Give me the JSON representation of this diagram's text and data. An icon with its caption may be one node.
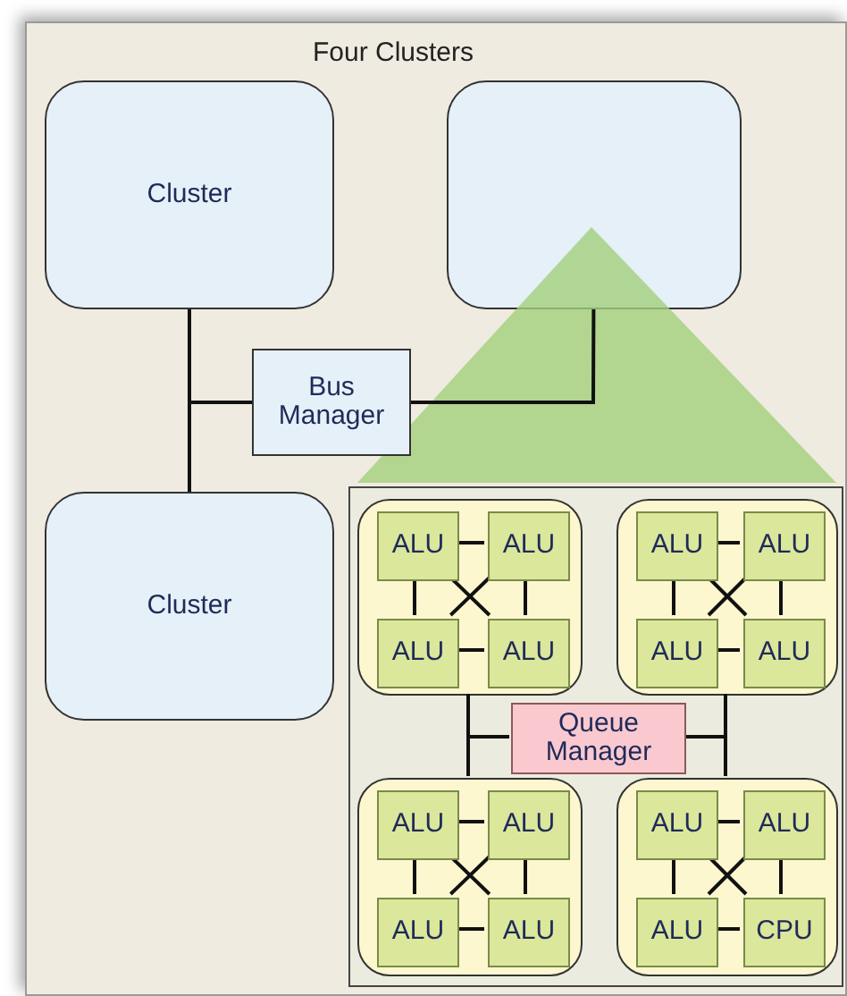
{
  "diagram": {
    "title": "Four Clusters",
    "nodes": [
      {
        "text": [
          "Cluster"
        ]
      },
      {
        "text": [],
        "shape": "box"
      },
      {
        "text": [
          "Bus Manager"
        ]
      },
      {
        "text": [
          "Cluster"
        ]
      },
      {
        "text": [],
        "shape": "box"
      },
      {
        "text": [],
        "shape": "box",
        "in": 4
      },
      {
        "text": [
          "ALU"
        ],
        "in": 5
      },
      {
        "text": [
          "ALU"
        ],
        "in": 5
      },
      {
        "text": [
          "ALU"
        ],
        "in": 5
      },
      {
        "text": [
          "ALU"
        ],
        "in": 5
      },
      {
        "text": [],
        "shape": "box",
        "in": 4
      },
      {
        "text": [
          "ALU"
        ],
        "in": 10
      },
      {
        "text": [
          "ALU"
        ],
        "in": 10
      },
      {
        "text": [
          "ALU"
        ],
        "in": 10
      },
      {
        "text": [
          "ALU"
        ],
        "in": 10
      },
      {
        "text": [
          "Queue Manager"
        ],
        "in": 4
      },
      {
        "text": [],
        "shape": "box",
        "in": 4
      },
      {
        "text": [
          "ALU"
        ],
        "in": 16
      },
      {
        "text": [
          "ALU"
        ],
        "in": 16
      },
      {
        "text": [
          "ALU"
        ],
        "in": 16
      },
      {
        "text": [
          "ALU"
        ],
        "in": 16
      },
      {
        "text": [],
        "shape": "box",
        "in": 4
      },
      {
        "text": [
          "ALU"
        ],
        "in": 21
      },
      {
        "text": [
          "ALU"
        ],
        "in": 21
      },
      {
        "text": [
          "ALU"
        ],
        "in": 21
      },
      {
        "text": [
          "CPU"
        ],
        "in": 21
      }
    ],
    "edges": [
      {
        "from": 0,
        "to": 2,
        "arrow": "none"
      },
      {
        "from": 3,
        "to": 2,
        "arrow": "none"
      },
      {
        "from": 1,
        "to": 2,
        "arrow": "none"
      },
      {
        "from": 6,
        "to": 7,
        "arrow": "none"
      },
      {
        "from": 8,
        "to": 9,
        "arrow": "none"
      },
      {
        "from": 6,
        "to": 8,
        "arrow": "none"
      },
      {
        "from": 7,
        "to": 9,
        "arrow": "none"
      },
      {
        "from": 6,
        "to": 9,
        "arrow": "none"
      },
      {
        "from": 7,
        "to": 8,
        "arrow": "none"
      },
      {
        "from": 11,
        "to": 12,
        "arrow": "none"
      },
      {
        "from": 13,
        "to": 14,
        "arrow": "none"
      },
      {
        "from": 11,
        "to": 13,
        "arrow": "none"
      },
      {
        "from": 12,
        "to": 14,
        "arrow": "none"
      },
      {
        "from": 11,
        "to": 14,
        "arrow": "none"
      },
      {
        "from": 12,
        "to": 13,
        "arrow": "none"
      },
      {
        "from": 15,
        "to": 5,
        "arrow": "none"
      },
      {
        "from": 15,
        "to": 16,
        "arrow": "none"
      },
      {
        "from": 15,
        "to": 10,
        "arrow": "none"
      },
      {
        "from": 15,
        "to": 21,
        "arrow": "none"
      },
      {
        "from": 17,
        "to": 18,
        "arrow": "none"
      },
      {
        "from": 19,
        "to": 20,
        "arrow": "none"
      },
      {
        "from": 17,
        "to": 19,
        "arrow": "none"
      },
      {
        "from": 18,
        "to": 20,
        "arrow": "none"
      },
      {
        "from": 17,
        "to": 20,
        "arrow": "none"
      },
      {
        "from": 18,
        "to": 19,
        "arrow": "none"
      },
      {
        "from": 22,
        "to": 23,
        "arrow": "none"
      },
      {
        "from": 24,
        "to": 25,
        "arrow": "none"
      },
      {
        "from": 22,
        "to": 24,
        "arrow": "none"
      },
      {
        "from": 23,
        "to": 25,
        "arrow": "none"
      },
      {
        "from": 22,
        "to": 25,
        "arrow": "none"
      },
      {
        "from": 23,
        "to": 24,
        "arrow": "none"
      }
    ]
  }
}
